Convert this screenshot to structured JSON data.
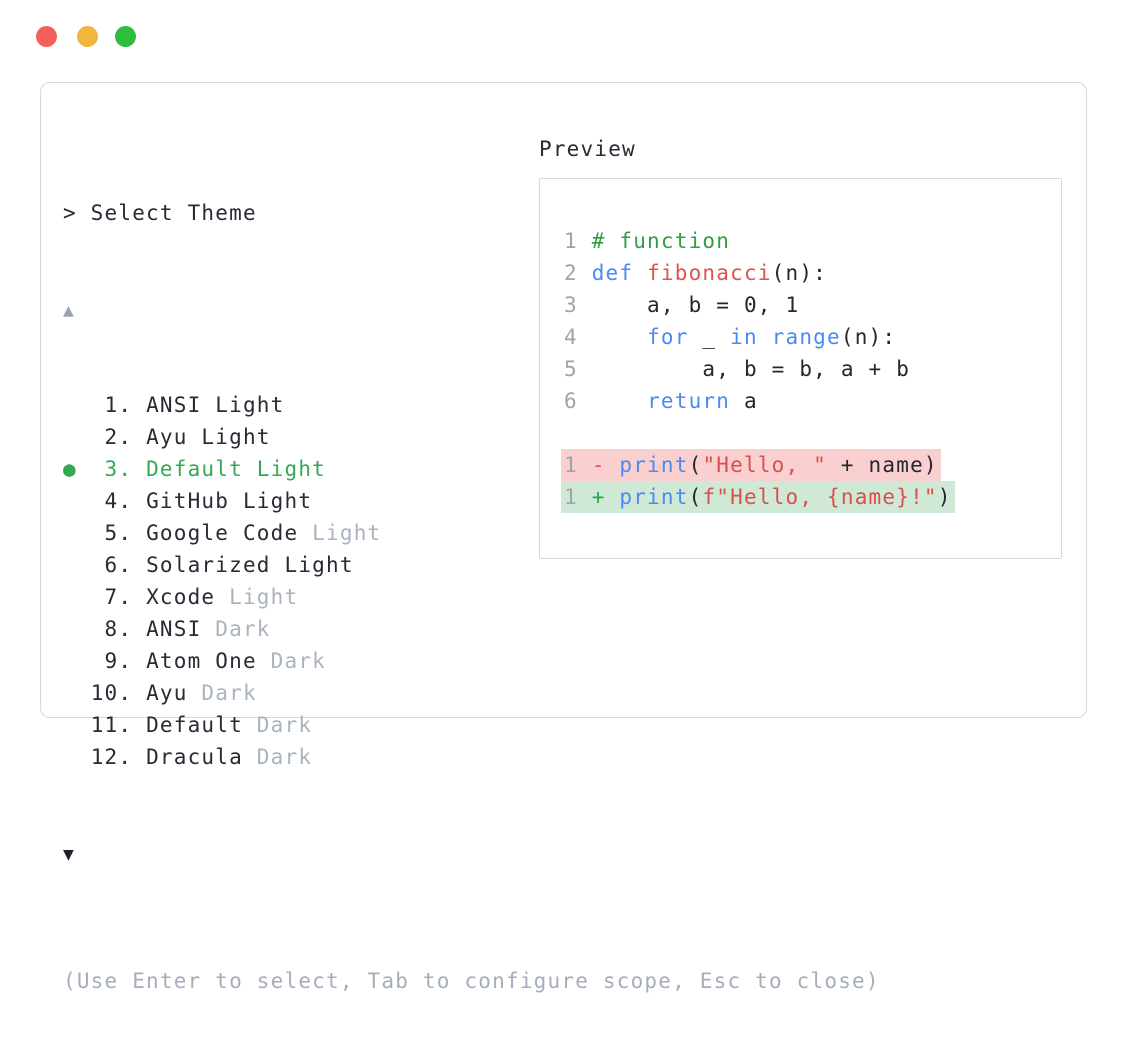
{
  "window": {
    "dots": [
      {
        "name": "close",
        "color": "#f3605a"
      },
      {
        "name": "minimize",
        "color": "#f2b63c"
      },
      {
        "name": "zoom",
        "color": "#2ebd3e"
      }
    ]
  },
  "theme_picker": {
    "prompt": "> Select Theme",
    "scroll_up_indicator": "▲",
    "scroll_down_indicator": "▼",
    "selected_marker": "●",
    "selected_number": "3",
    "items": [
      {
        "num": "1",
        "main": "ANSI Light",
        "muted": "",
        "selected": false
      },
      {
        "num": "2",
        "main": "Ayu Light",
        "muted": "",
        "selected": false
      },
      {
        "num": "3",
        "main": "Default Light",
        "muted": "",
        "selected": true
      },
      {
        "num": "4",
        "main": "GitHub Light",
        "muted": "",
        "selected": false
      },
      {
        "num": "5",
        "main": "Google Code",
        "muted": " Light",
        "selected": false
      },
      {
        "num": "6",
        "main": "Solarized Light",
        "muted": "",
        "selected": false
      },
      {
        "num": "7",
        "main": "Xcode",
        "muted": " Light",
        "selected": false
      },
      {
        "num": "8",
        "main": "ANSI",
        "muted": " Dark",
        "selected": false
      },
      {
        "num": "9",
        "main": "Atom One",
        "muted": " Dark",
        "selected": false
      },
      {
        "num": "10",
        "main": "Ayu",
        "muted": " Dark",
        "selected": false
      },
      {
        "num": "11",
        "main": "Default",
        "muted": " Dark",
        "selected": false
      },
      {
        "num": "12",
        "main": "Dracula",
        "muted": " Dark",
        "selected": false
      }
    ],
    "footer_hint": "(Use Enter to select, Tab to configure scope, Esc to close)"
  },
  "preview": {
    "label": "Preview",
    "code_lines": [
      {
        "n": "1",
        "toks": [
          {
            "t": "# function",
            "c": "com"
          }
        ]
      },
      {
        "n": "2",
        "toks": [
          {
            "t": "def",
            "c": "kw"
          },
          {
            "t": " ",
            "c": "pl"
          },
          {
            "t": "fibonacci",
            "c": "fn"
          },
          {
            "t": "(n):",
            "c": "pl"
          }
        ]
      },
      {
        "n": "3",
        "toks": [
          {
            "t": "    a, b = 0, 1",
            "c": "pl"
          }
        ]
      },
      {
        "n": "4",
        "toks": [
          {
            "t": "    ",
            "c": "pl"
          },
          {
            "t": "for",
            "c": "kw"
          },
          {
            "t": " _ ",
            "c": "pl"
          },
          {
            "t": "in",
            "c": "kw"
          },
          {
            "t": " ",
            "c": "pl"
          },
          {
            "t": "range",
            "c": "kw"
          },
          {
            "t": "(n):",
            "c": "pl"
          }
        ]
      },
      {
        "n": "5",
        "toks": [
          {
            "t": "        a, b = b, a + b",
            "c": "pl"
          }
        ]
      },
      {
        "n": "6",
        "toks": [
          {
            "t": "    ",
            "c": "pl"
          },
          {
            "t": "return",
            "c": "kw"
          },
          {
            "t": " a",
            "c": "pl"
          }
        ]
      },
      {
        "blank": true
      },
      {
        "n": "1",
        "bg": "removed",
        "toks": [
          {
            "t": "- ",
            "c": "minus"
          },
          {
            "t": "print",
            "c": "kw"
          },
          {
            "t": "(",
            "c": "pl"
          },
          {
            "t": "\"Hello, \"",
            "c": "str"
          },
          {
            "t": " + name)",
            "c": "pl"
          }
        ]
      },
      {
        "n": "1",
        "bg": "added",
        "toks": [
          {
            "t": "+ ",
            "c": "plus"
          },
          {
            "t": "print",
            "c": "kw"
          },
          {
            "t": "(",
            "c": "pl"
          },
          {
            "t": "f\"Hello, {name}!\"",
            "c": "str"
          },
          {
            "t": ")",
            "c": "pl"
          }
        ]
      }
    ],
    "colors": {
      "selected_green": "#35a854",
      "keyword_blue": "#4a8af4",
      "function_red": "#e1534f",
      "string_red": "#d9504b",
      "comment_green": "#2f9e44",
      "line_number_gray": "#9ba4b0",
      "muted_gray": "#aab3c1",
      "diff_removed_bg": "#f9d0cf",
      "diff_added_bg": "#cfe9d6",
      "panel_border": "#d4d9e0"
    }
  }
}
